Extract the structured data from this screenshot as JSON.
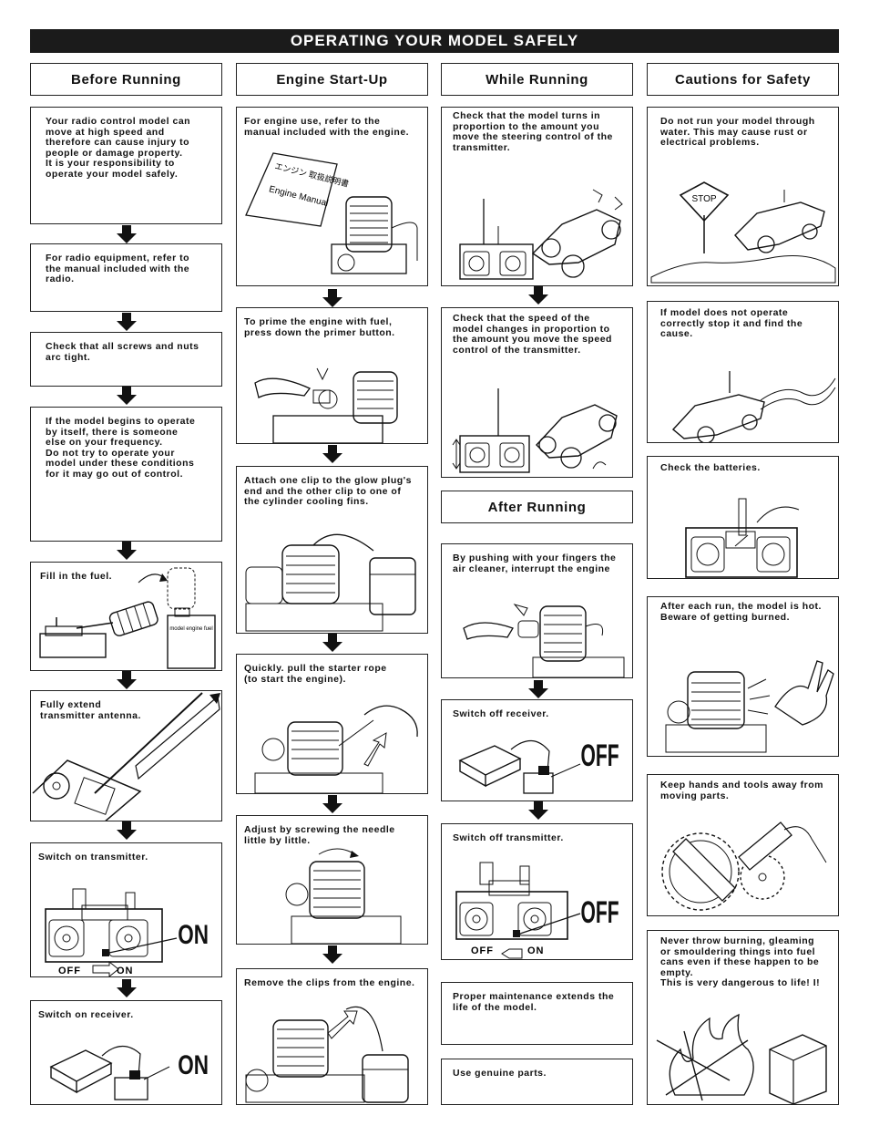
{
  "title": "OPERATING YOUR MODEL SAFELY",
  "headings": {
    "before": "Before Running",
    "engine": "Engine Start-Up",
    "while": "While Running",
    "cautions": "Cautions for Safety",
    "after": "After Running"
  },
  "col1": {
    "b1": "Your radio control model can\nmove at high speed and\ntherefore can cause injury to\npeople or damage property.\nIt is your responsibility to\noperate your model safely.",
    "b2": "For radio equipment, refer to\nthe manual included with the\nradio.",
    "b3": "Check that all screws and nuts\narc tight.",
    "b4": "If the model begins to operate\nby itself, there is someone\nelse on your frequency.\nDo not try to operate your\nmodel under these conditions\nfor it may go out of control.",
    "b5": "Fill in the fuel.",
    "b6": "Fully extend\ntransmitter antenna.",
    "b7": "Switch on transmitter.",
    "b8": "Switch on receiver."
  },
  "col2": {
    "b1": "For engine use, refer to the\nmanual included with the engine.",
    "b2": "To prime the engine with fuel,\npress down the primer button.",
    "b3": "Attach one clip to the glow plug's\nend and the other clip to one of\nthe cylinder cooling fins.",
    "b4": "Quickly. pull the starter rope\n(to start the engine).",
    "b5": "Adjust by screwing the needle\nlittle by little.",
    "b6": "Remove the clips from the engine."
  },
  "col3": {
    "b1": "Check that the model turns in\nproportion to the amount you\nmove the steering control of the\ntransmitter.",
    "b2": "Check that the speed of the\nmodel changes in proportion to\nthe amount you move the speed\ncontrol of the transmitter.",
    "b3": "By pushing with your fingers the\nair cleaner, interrupt the engine",
    "b4": "Switch off receiver.",
    "b5": "Switch off transmitter.",
    "b6": "Proper maintenance extends the\nlife of the model.",
    "b7": "Use genuine parts."
  },
  "col4": {
    "b1": "Do not run your model through\nwater. This may cause rust or\nelectrical problems.",
    "b2": "If model does not operate\ncorrectly stop it and find the\ncause.",
    "b3": "Check the batteries.",
    "b4": "After each run, the model is hot.\nBeware of getting burned.",
    "b5": "Keep hands and tools away from\nmoving parts.",
    "b6": "Never throw burning, gleaming\nor smouldering things into fuel\ncans even if these happen to be\nempty.\nThis is very dangerous to life! I!"
  },
  "labels": {
    "on": "ON",
    "off": "OFF",
    "stop": "STOP",
    "manual_jp": "エンジン 取扱説明書",
    "manual_en": "Engine Manual",
    "fuel_can": "model engine fuel"
  }
}
